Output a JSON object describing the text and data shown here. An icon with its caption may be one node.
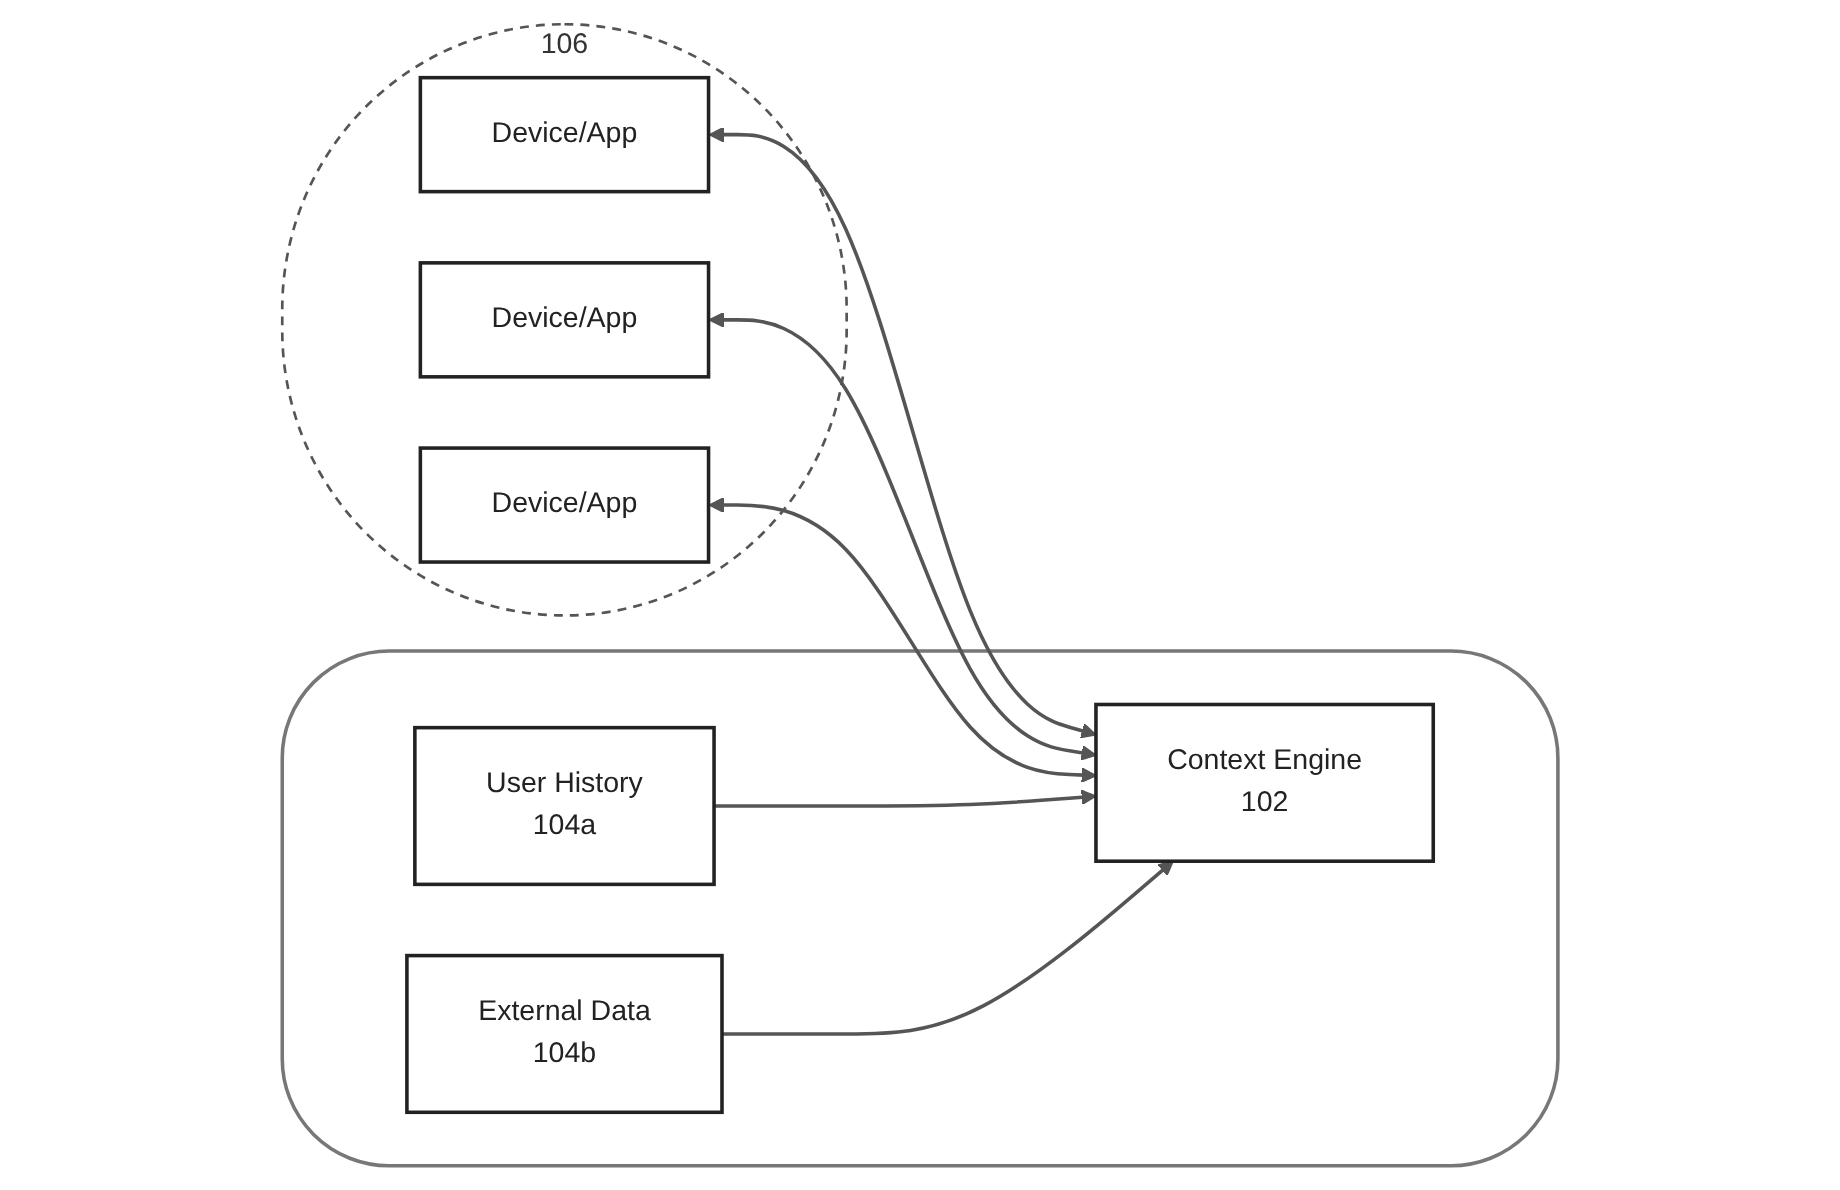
{
  "diagram": {
    "nodes": [
      {
        "text": [
          "106"
        ]
      },
      {
        "text": [
          "Device/App"
        ],
        "in": 0
      },
      {
        "text": [
          "Device/App"
        ],
        "in": 0
      },
      {
        "text": [
          "Device/App"
        ],
        "in": 0
      },
      {
        "text": [],
        "shape": "cloud"
      },
      {
        "text": [
          "User History",
          "104a"
        ],
        "in": 4
      },
      {
        "text": [
          "Context Engine",
          "102"
        ],
        "in": 4
      },
      {
        "text": [
          "External Data",
          "104b"
        ],
        "in": 4
      }
    ],
    "edges": [
      {
        "from": 1,
        "to": 6,
        "arrow": "both"
      },
      {
        "from": 2,
        "to": 6,
        "arrow": "both"
      },
      {
        "from": 3,
        "to": 6,
        "arrow": "both"
      },
      {
        "from": 5,
        "to": 6,
        "arrow": "to"
      },
      {
        "from": 7,
        "to": 6,
        "arrow": "to"
      }
    ]
  }
}
